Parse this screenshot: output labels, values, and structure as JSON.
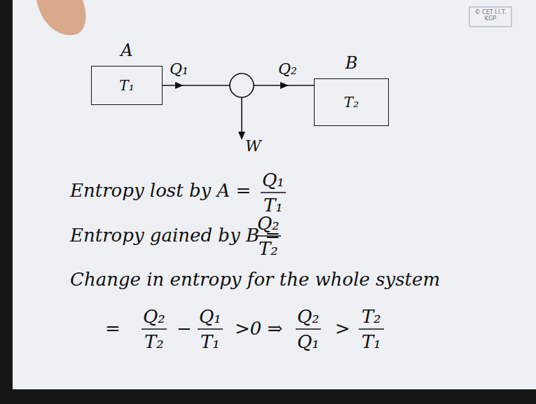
{
  "diagram": {
    "nodes": [
      {
        "text": [
          "A",
          "T₁"
        ]
      },
      {
        "text": [
          "B",
          "T₂"
        ]
      }
    ],
    "labels": [
      "Q₁",
      "Q₂",
      "W",
      "Entropy lost by A =",
      "Q₁",
      "T₁",
      "Entropy gained by B =",
      "Q₂",
      "T₂",
      "Change in entropy for the whole system",
      "=",
      "Q₂",
      "T₂",
      "−",
      "Q₁",
      "T₁",
      ">0 ⇒",
      "Q₂",
      "Q₁",
      ">",
      "T₂",
      "T₁",
      "© CET I.I.T. KGP"
    ]
  }
}
